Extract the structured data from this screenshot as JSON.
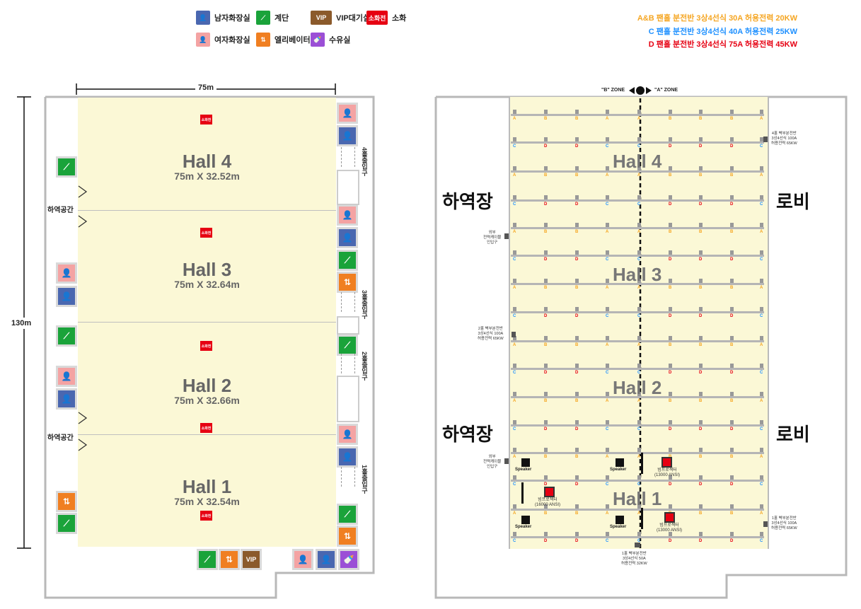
{
  "legend": {
    "male_restroom": "남자화장실",
    "female_restroom": "여자화장실",
    "stairs": "계단",
    "elevator": "엘리베이터",
    "vip_icon": "VIP",
    "vip_room": "VIP대기실",
    "nursing_room": "수유실",
    "fire_icon": "소화전",
    "fire_label": "소화"
  },
  "power": {
    "ab": "A&B 팬홀 분전반 3상4선식 30A  허용전력 20KW",
    "c": "C 팬홀 분전반 3상4선식 40A  허용전력 25KW",
    "d": "D 팬홀 분전반 3상4선식 75A  허용전력 45KW",
    "colors": {
      "ab": "#f5a623",
      "c": "#1e90ff",
      "d": "#e60012"
    }
  },
  "left_plan": {
    "width_dim": "75m",
    "height_dim": "130m",
    "loading_space": "하역공간",
    "fire_small": "소화전",
    "vip_small": "VIP",
    "halls": [
      {
        "name": "Hall 4",
        "size": "75m X 32.52m"
      },
      {
        "name": "Hall 3",
        "size": "75m X 32.64m"
      },
      {
        "name": "Hall 2",
        "size": "75m X 32.66m"
      },
      {
        "name": "Hall 1",
        "size": "75m X 32.54m"
      }
    ],
    "entrances": [
      "4홀출입구",
      "3홀출입구",
      "2홀출입구",
      "1홀출입구"
    ]
  },
  "right_plan": {
    "zone_b": "\"B\" ZONE",
    "zone_a": "\"A\" ZONE",
    "loading_dock": "하역장",
    "lobby": "로비",
    "halls": [
      "Hall 4",
      "Hall 3",
      "Hall 2",
      "Hall 1"
    ],
    "notes": {
      "n4": [
        "4홀 벽부분전반",
        "3상4선식 100A",
        "허용전력 65KW"
      ],
      "n2": [
        "2홀 벽부분전반",
        "3상4선식 100A",
        "허용전력 65KW"
      ],
      "n1r": [
        "1홀 벽부분전반",
        "3상4선식 100A",
        "허용전력 65KW"
      ],
      "n1b": [
        "1홀 벽부분전반",
        "3상4선식 50A",
        "허용전력 32KW"
      ],
      "ext1": [
        "외부",
        "전력케이블",
        "인입구"
      ],
      "ext2": [
        "외부",
        "전력케이블",
        "인입구"
      ]
    },
    "speaker": "Speaker",
    "projector_a": [
      "빔프로젝터",
      "(13000 ANSI)"
    ],
    "projector_b": [
      "빔프로젝터",
      "(16000 ANSI)"
    ],
    "row_letters": [
      "A",
      "B",
      "B",
      "A",
      "A",
      "B",
      "B",
      "B",
      "A"
    ]
  }
}
